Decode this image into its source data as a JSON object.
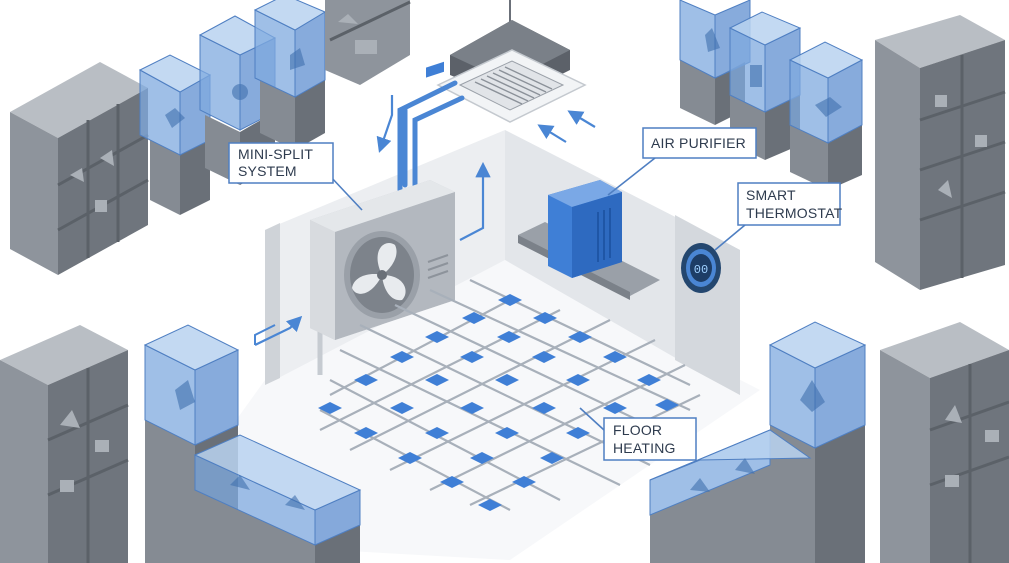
{
  "labels": {
    "mini_split": [
      "MINI-SPLIT",
      "SYSTEM"
    ],
    "air_purifier": [
      "AIR PURIFIER"
    ],
    "smart_thermostat": [
      "SMART",
      "THERMOSTAT"
    ],
    "floor_heating": [
      "FLOOR",
      "HEATING"
    ]
  },
  "thermostat_display": "00",
  "colors": {
    "accent": "#4a86d4",
    "glass": "#7fa9df",
    "shelf": "#8e949c",
    "wall": "#e6e8eb"
  }
}
